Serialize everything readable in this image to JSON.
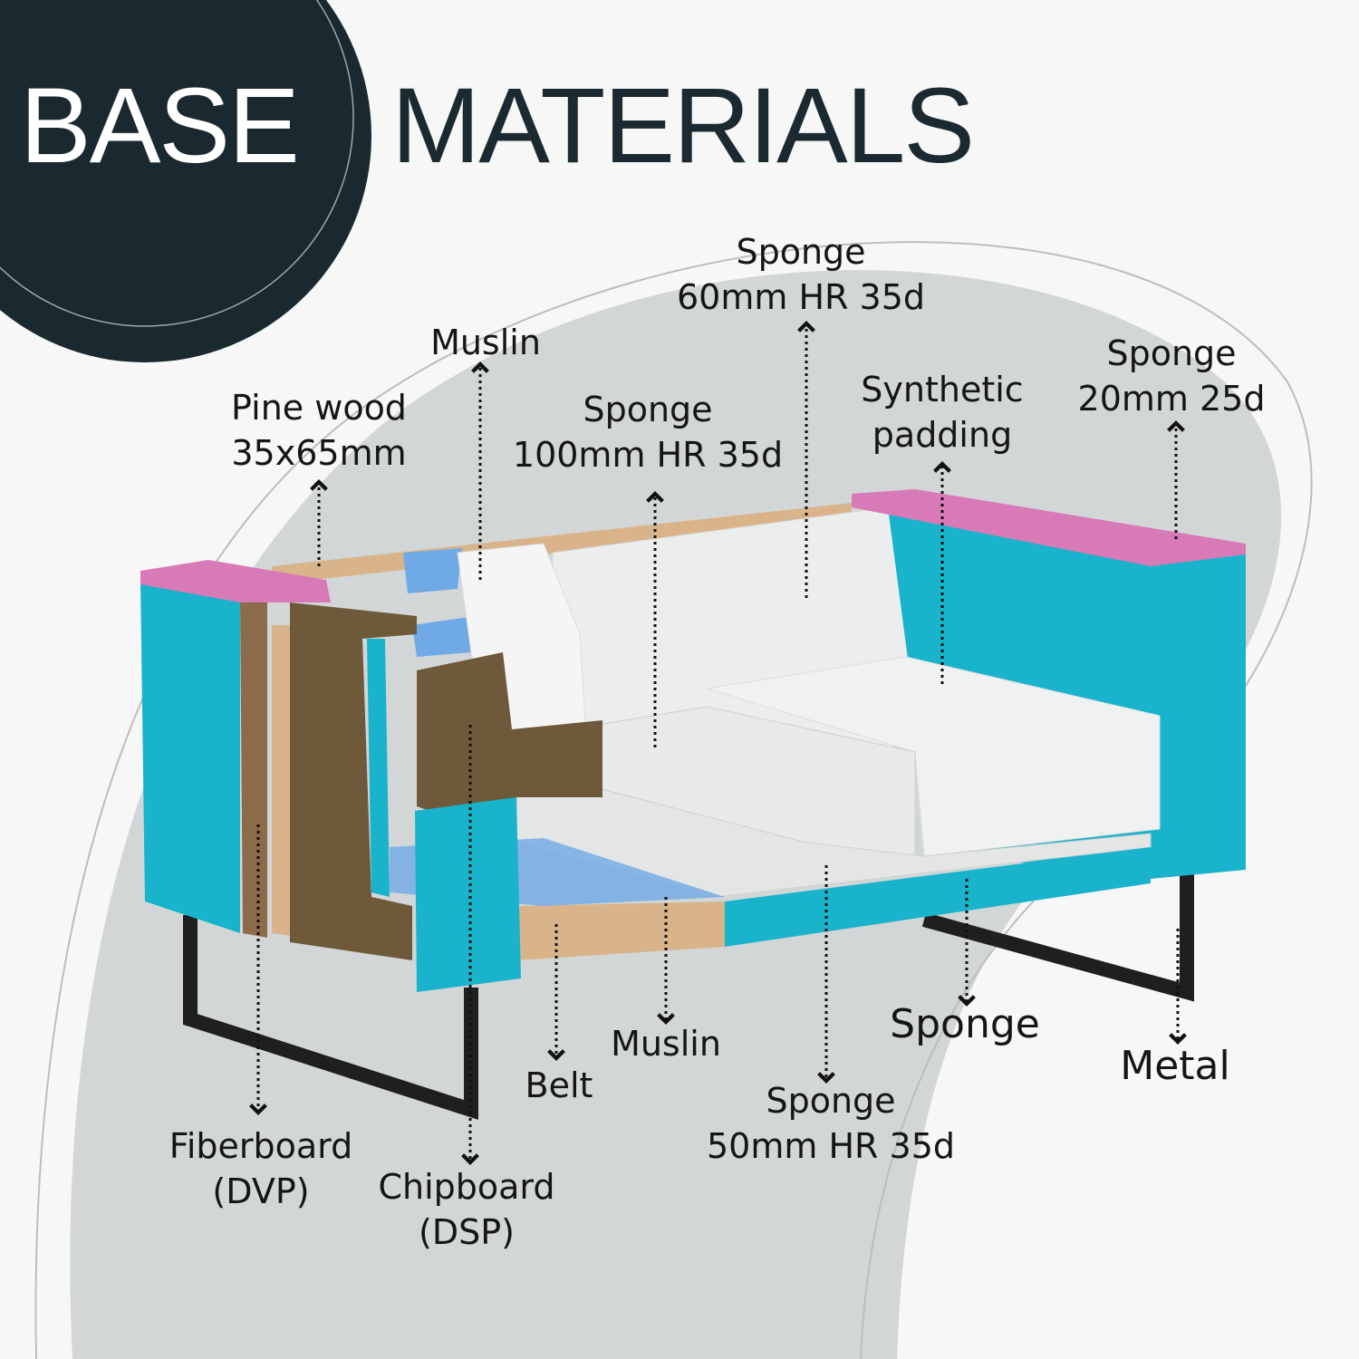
{
  "title": {
    "word1": "BASE",
    "word2": "MATERIALS"
  },
  "colors": {
    "dark": "#19292f",
    "teal": "#19b3cc",
    "pink": "#d97ab8",
    "wood": "#d9b48a",
    "chipboard": "#6e5a3a",
    "foam": "#eceeee",
    "metal": "#1f1f1f",
    "blob": "#d2d6d7",
    "belt": "#6fa9e6"
  },
  "labels": {
    "pine_wood": {
      "line1": "Pine wood",
      "line2": "35x65mm"
    },
    "muslin_top": {
      "line1": "Muslin"
    },
    "sponge_100": {
      "line1": "Sponge",
      "line2": "100mm HR 35d"
    },
    "sponge_60": {
      "line1": "Sponge",
      "line2": "60mm HR 35d"
    },
    "synthetic": {
      "line1": "Synthetic",
      "line2": "padding"
    },
    "sponge_20": {
      "line1": "Sponge",
      "line2": "20mm 25d"
    },
    "fiberboard": {
      "line1": "Fiberboard",
      "line2": "(DVP)"
    },
    "chipboard": {
      "line1": "Chipboard",
      "line2": "(DSP)"
    },
    "belt": {
      "line1": "Belt"
    },
    "muslin_bottom": {
      "line1": "Muslin"
    },
    "sponge_50": {
      "line1": "Sponge",
      "line2": "50mm HR 35d"
    },
    "sponge_side": {
      "line1": "Sponge"
    },
    "metal": {
      "line1": "Metal"
    }
  }
}
